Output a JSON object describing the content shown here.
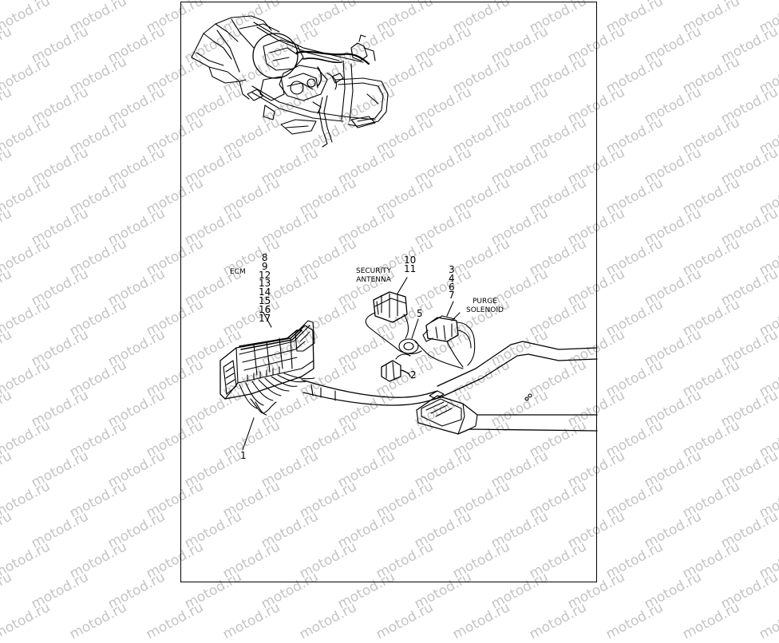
{
  "watermark": "motod.ru",
  "labels": {
    "ecm": "ECM",
    "ecm_refs": [
      "8",
      "9",
      "12",
      "13",
      "14",
      "15",
      "16",
      "17"
    ],
    "security_antenna": [
      "SECURITY",
      "ANTENNA"
    ],
    "antenna_refs": [
      "10",
      "11"
    ],
    "purge_refs": [
      "3",
      "4",
      "6",
      "7"
    ],
    "purge_solenoid": [
      "PURGE",
      "SOLENOID"
    ],
    "callout_1": "1",
    "callout_2": "2",
    "callout_5": "5"
  }
}
